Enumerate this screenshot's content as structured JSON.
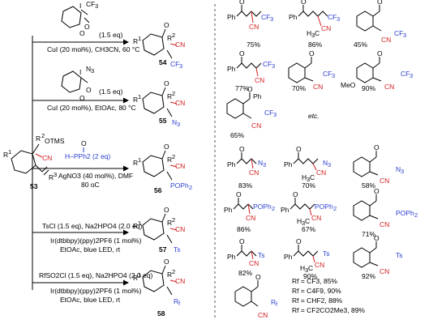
{
  "reagents": {
    "r1_eq": "(1.5 eq)",
    "r1_cond": "CuI (20 mol%), CH3CN, 60 °C",
    "r2_eq": "(1.5 eq)",
    "r2_cond": "CuI (20 mol%), EtOAc, 80 °C",
    "r3_reagent": "H–PPh2 (2 eq)",
    "r3_cond1": "AgNO3 (40 mol%), DMF",
    "r3_cond2": "80 oC",
    "r4_cond1": "TsCl (1.5 eq), Na2HPO4 (2.0 eq)",
    "r4_cond2": "Ir(dtbbpy)(ppy)2PF6 (1 mol%)",
    "r4_cond3": "EtOAc, blue LED, rt",
    "r5_cond1": "RfSO2Cl (1.5 eq), Na2HPO4 (2.0 eq)",
    "r5_cond2": "Ir(dtbbpy)(ppy)2PF6 (1 mol%)",
    "r5_cond3": "EtOAc, blue LED, rt"
  },
  "compounds": {
    "start": "53",
    "p1": "54",
    "p2": "55",
    "p3": "56",
    "p4": "57",
    "p5": "58"
  },
  "yields": {
    "cf3": [
      "75%",
      "86%",
      "45%",
      "77%",
      "70%",
      "90%",
      "65%"
    ],
    "n3": [
      "83%",
      "70%",
      "58%"
    ],
    "pph2": [
      "86%",
      "67%",
      "71%"
    ],
    "ts": [
      "82%",
      "90%",
      "92%"
    ],
    "etc": "etc."
  },
  "rf_list": [
    "Rf = CF3, 85%",
    "Rf = C4F9, 90%",
    "Rf = CHF2, 88%",
    "Rf = CF2CO2Me3, 89%"
  ]
}
